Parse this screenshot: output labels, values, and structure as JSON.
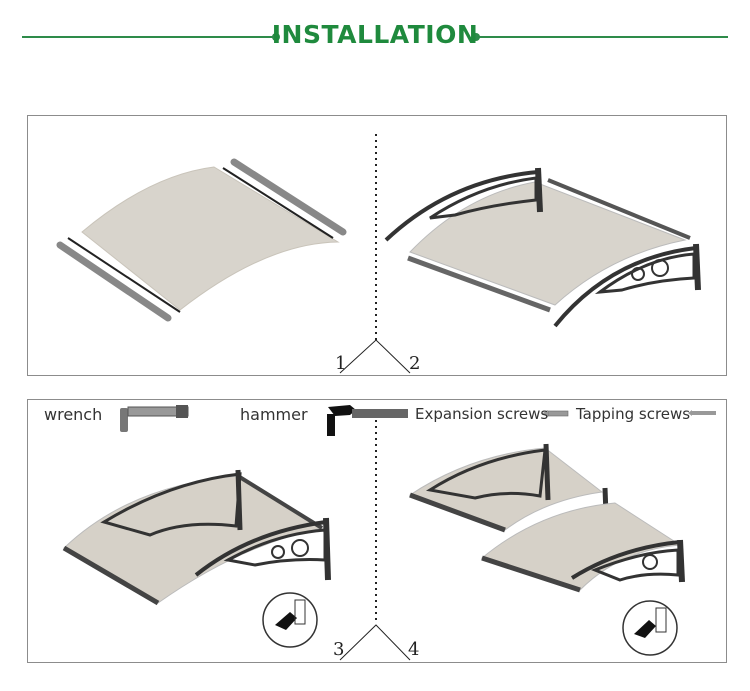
{
  "header": {
    "title": "INSTALLATION"
  },
  "tools": {
    "wrench": "wrench",
    "hammer": "hammer",
    "expansion_screws": "Expansion screws",
    "tapping_screws": "Tapping screws"
  },
  "steps": [
    "1",
    "2",
    "3",
    "4"
  ],
  "colors": {
    "accent": "#1f8a3d",
    "frame": "#8c8c8c",
    "sheet": "#d8d4cc",
    "bracket": "#333333"
  }
}
